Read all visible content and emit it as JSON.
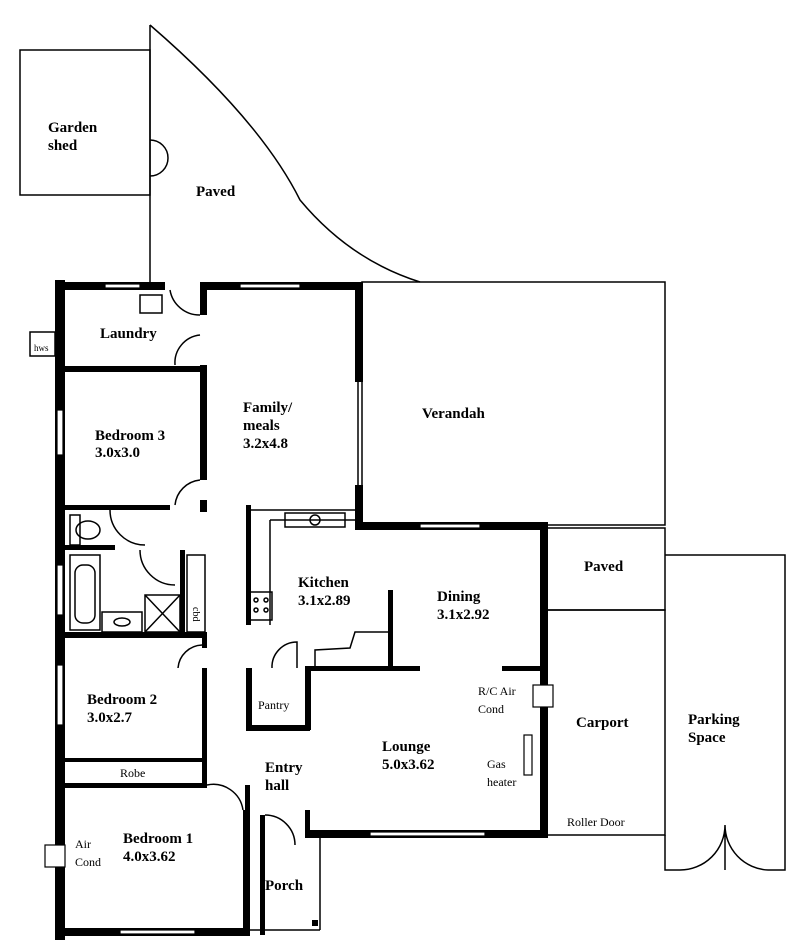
{
  "plan": {
    "rooms": {
      "garden_shed": [
        "Garden",
        "shed"
      ],
      "paved_top": "Paved",
      "laundry": "Laundry",
      "hws": "hws",
      "bedroom3": [
        "Bedroom 3",
        "3.0x3.0"
      ],
      "family": [
        "Family/",
        "meals",
        "3.2x4.8"
      ],
      "verandah": "Verandah",
      "kitchen": [
        "Kitchen",
        "3.1x2.89"
      ],
      "dining": [
        "Dining",
        "3.1x2.92"
      ],
      "paved_right": "Paved",
      "cbd": "cbd",
      "bedroom2": [
        "Bedroom 2",
        "3.0x2.7"
      ],
      "pantry": "Pantry",
      "rc_air": [
        "R/C Air",
        "Cond"
      ],
      "carport": "Carport",
      "parking": [
        "Parking",
        "Space"
      ],
      "lounge": [
        "Lounge",
        "5.0x3.62"
      ],
      "gas_heater": [
        "Gas",
        "heater"
      ],
      "robe": "Robe",
      "entry": [
        "Entry",
        "hall"
      ],
      "air_cond": [
        "Air",
        "Cond"
      ],
      "bedroom1": [
        "Bedroom 1",
        "4.0x3.62"
      ],
      "roller_door": "Roller Door",
      "porch": "Porch"
    }
  }
}
